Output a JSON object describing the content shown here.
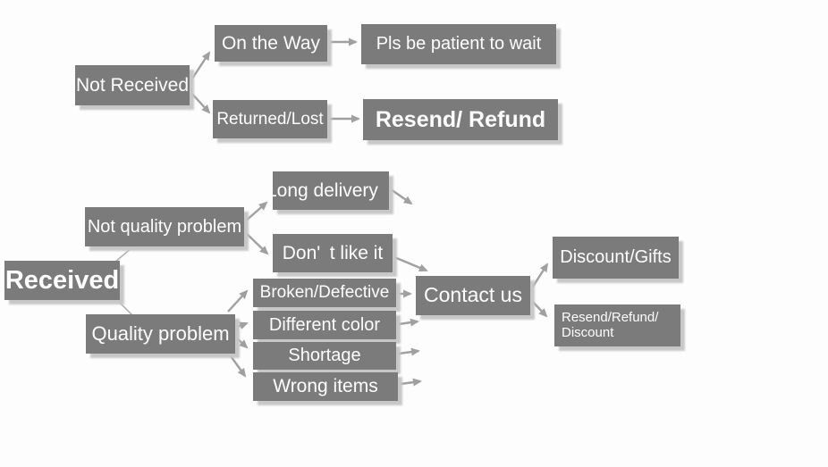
{
  "diagram": {
    "type": "flowchart",
    "colors": {
      "background": "#fdfdfd",
      "box_fill": "#7b7b7b",
      "box_text": "#ffffff",
      "box_shadow": "#c7c7c7",
      "arrow": "#a0a0a0"
    },
    "nodes": {
      "not_received": {
        "label": "Not Received"
      },
      "on_the_way": {
        "label": "On the Way"
      },
      "pls_wait": {
        "label": "Pls be patient to wait"
      },
      "returned_lost": {
        "label": "Returned/Lost"
      },
      "resend_refund": {
        "label": "Resend/ Refund"
      },
      "received": {
        "label": "Received"
      },
      "not_quality_problem": {
        "label": "Not quality problem"
      },
      "long_delivery": {
        "label": "Long delivery"
      },
      "dont_like_it": {
        "label": "Don' t like it"
      },
      "quality_problem": {
        "label": "Quality problem"
      },
      "broken_defective": {
        "label": "Broken/Defective"
      },
      "different_color": {
        "label": "Different color"
      },
      "shortage": {
        "label": "Shortage"
      },
      "wrong_items": {
        "label": "Wrong items"
      },
      "contact_us": {
        "label": "Contact us"
      },
      "discount_gifts": {
        "label": "Discount/Gifts"
      },
      "resend_refund_discount": {
        "label": "Resend/Refund/\nDiscount"
      }
    },
    "edges": [
      {
        "from": "not_received",
        "to": "on_the_way",
        "arrowhead": true
      },
      {
        "from": "not_received",
        "to": "returned_lost",
        "arrowhead": true
      },
      {
        "from": "on_the_way",
        "to": "pls_wait",
        "arrowhead": true
      },
      {
        "from": "returned_lost",
        "to": "resend_refund",
        "arrowhead": true
      },
      {
        "from": "received",
        "to": "not_quality_problem",
        "arrowhead": false
      },
      {
        "from": "received",
        "to": "quality_problem",
        "arrowhead": false
      },
      {
        "from": "not_quality_problem",
        "to": "long_delivery",
        "arrowhead": true
      },
      {
        "from": "not_quality_problem",
        "to": "dont_like_it",
        "arrowhead": true
      },
      {
        "from": "long_delivery",
        "to": "contact_us",
        "arrowhead": true
      },
      {
        "from": "dont_like_it",
        "to": "contact_us",
        "arrowhead": true
      },
      {
        "from": "quality_problem",
        "to": "broken_defective",
        "arrowhead": true
      },
      {
        "from": "quality_problem",
        "to": "different_color",
        "arrowhead": true
      },
      {
        "from": "quality_problem",
        "to": "shortage",
        "arrowhead": true
      },
      {
        "from": "quality_problem",
        "to": "wrong_items",
        "arrowhead": true
      },
      {
        "from": "broken_defective",
        "to": "contact_us",
        "arrowhead": true
      },
      {
        "from": "different_color",
        "to": "contact_us",
        "arrowhead": true
      },
      {
        "from": "shortage",
        "to": "contact_us",
        "arrowhead": true
      },
      {
        "from": "wrong_items",
        "to": "contact_us",
        "arrowhead": true
      },
      {
        "from": "contact_us",
        "to": "discount_gifts",
        "arrowhead": true
      },
      {
        "from": "contact_us",
        "to": "resend_refund_discount",
        "arrowhead": true
      }
    ]
  }
}
